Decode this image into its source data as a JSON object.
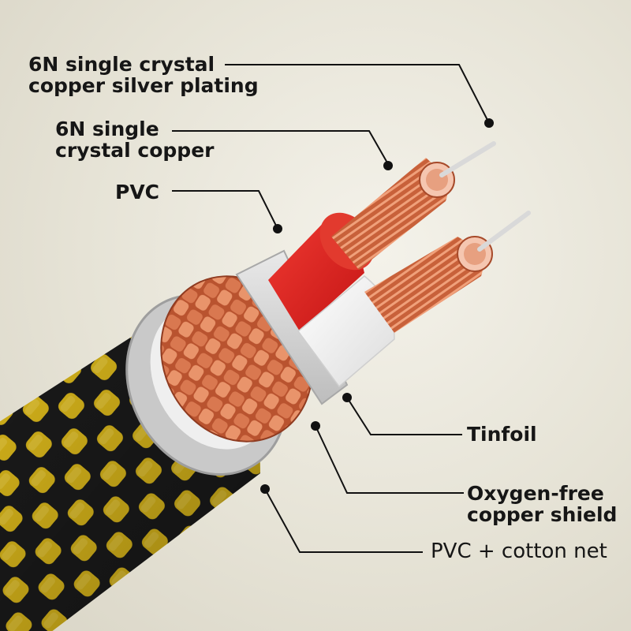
{
  "labels": {
    "silver_plating": {
      "line1": "6N single crystal",
      "line2": "copper silver plating"
    },
    "single_crystal_copper": {
      "line1": "6N single",
      "line2": "crystal copper"
    },
    "pvc": "PVC",
    "tinfoil": "Tinfoil",
    "copper_shield": {
      "line1": "Oxygen-free",
      "line2": "copper shield"
    },
    "outer_jacket": "PVC + cotton net"
  },
  "colors": {
    "background": "#e9e6da",
    "copper": "#c8613a",
    "silver": "#d9d9d9",
    "pvc_insulation": "#e02626",
    "tinfoil": "#f4f4f4",
    "braid_yellow": "#e8c21e",
    "braid_black": "#1c1c1c",
    "leader_line": "#111111"
  },
  "icons": [
    "cable-cross-section-illustration"
  ]
}
